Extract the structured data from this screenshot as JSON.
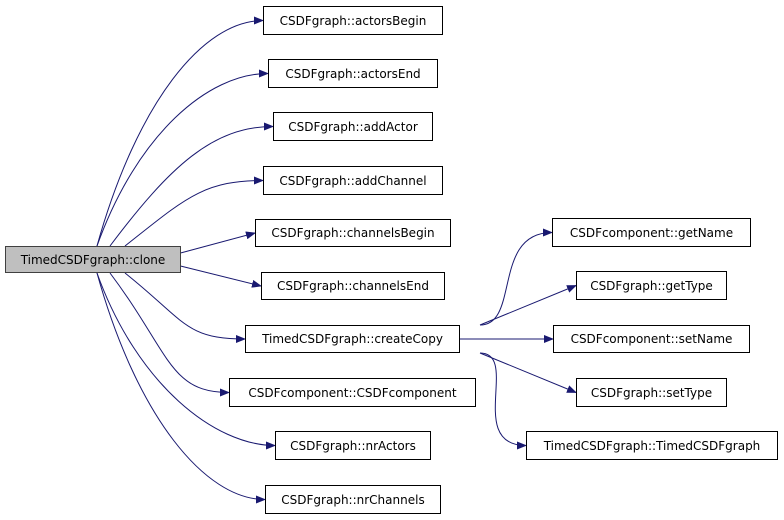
{
  "edge_color": "#191970",
  "root_fill": "#bfbfbf",
  "nodes": [
    {
      "id": "clone",
      "label": "TimedCSDFgraph::clone",
      "root": true
    },
    {
      "id": "actorsBegin",
      "label": "CSDFgraph::actorsBegin"
    },
    {
      "id": "actorsEnd",
      "label": "CSDFgraph::actorsEnd"
    },
    {
      "id": "addActor",
      "label": "CSDFgraph::addActor"
    },
    {
      "id": "addChannel",
      "label": "CSDFgraph::addChannel"
    },
    {
      "id": "channelsBegin",
      "label": "CSDFgraph::channelsBegin"
    },
    {
      "id": "channelsEnd",
      "label": "CSDFgraph::channelsEnd"
    },
    {
      "id": "createCopy",
      "label": "TimedCSDFgraph::createCopy"
    },
    {
      "id": "csdfcomponent",
      "label": "CSDFcomponent::CSDFcomponent"
    },
    {
      "id": "nrActors",
      "label": "CSDFgraph::nrActors"
    },
    {
      "id": "nrChannels",
      "label": "CSDFgraph::nrChannels"
    },
    {
      "id": "getName",
      "label": "CSDFcomponent::getName"
    },
    {
      "id": "getType",
      "label": "CSDFgraph::getType"
    },
    {
      "id": "setName",
      "label": "CSDFcomponent::setName"
    },
    {
      "id": "setType",
      "label": "CSDFgraph::setType"
    },
    {
      "id": "timedCtor",
      "label": "TimedCSDFgraph::TimedCSDFgraph"
    }
  ],
  "edges": [
    [
      "clone",
      "actorsBegin"
    ],
    [
      "clone",
      "actorsEnd"
    ],
    [
      "clone",
      "addActor"
    ],
    [
      "clone",
      "addChannel"
    ],
    [
      "clone",
      "channelsBegin"
    ],
    [
      "clone",
      "channelsEnd"
    ],
    [
      "clone",
      "createCopy"
    ],
    [
      "clone",
      "csdfcomponent"
    ],
    [
      "clone",
      "nrActors"
    ],
    [
      "clone",
      "nrChannels"
    ],
    [
      "createCopy",
      "getName"
    ],
    [
      "createCopy",
      "getType"
    ],
    [
      "createCopy",
      "setName"
    ],
    [
      "createCopy",
      "setType"
    ],
    [
      "createCopy",
      "timedCtor"
    ]
  ]
}
